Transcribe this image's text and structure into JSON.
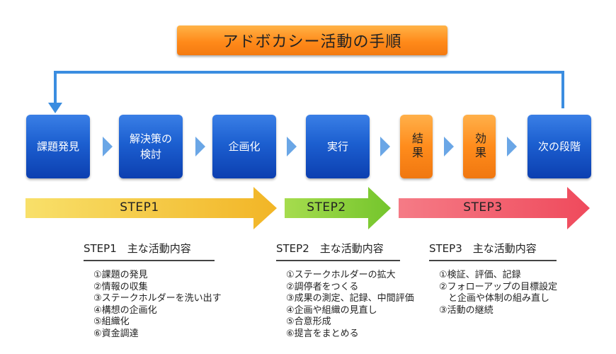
{
  "title": "アドボカシー活動の手順",
  "flow": {
    "box1": "課題発見",
    "box2_line1": "解決策の",
    "box2_line2": "検討",
    "box3": "企画化",
    "box4": "実行",
    "box5": "結果",
    "box6": "効果",
    "box7": "次の段階"
  },
  "steps": {
    "s1": "STEP1",
    "s2": "STEP2",
    "s3": "STEP3"
  },
  "panels": {
    "p1": {
      "title": "STEP1　主な活動内容",
      "items": [
        "①課題の発見",
        "②情報の収集",
        "③ステークホルダーを洗い出す",
        "④構想の企画化",
        "⑤組織化",
        "⑥資金調達"
      ]
    },
    "p2": {
      "title": "STEP2　主な活動内容",
      "items": [
        "①ステークホルダーの拡大",
        "②調停者をつくる",
        "③成果の測定、記録、中間評価",
        "④企画や組織の見直し",
        "⑤合意形成",
        "⑥提言をまとめる"
      ]
    },
    "p3": {
      "title": "STEP3　主な活動内容",
      "items": [
        "①検証、評価、記録",
        "②フォローアップの目標設定",
        "　と企画や体制の組み直し",
        "③活動の継続"
      ]
    }
  },
  "colors": {
    "blue": "#1c5fd0",
    "orange": "#ff8c1c",
    "step1": "#f5c93a",
    "step2": "#8fd33a",
    "step3": "#f25a6a",
    "loop": "#3b8de0"
  }
}
